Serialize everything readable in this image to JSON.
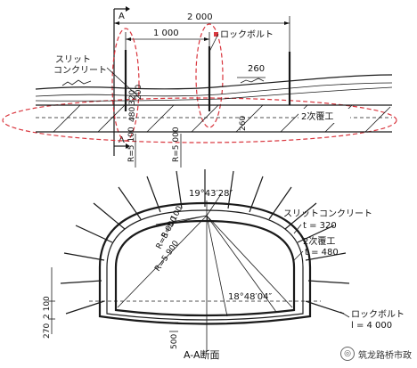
{
  "elevation": {
    "section_mark_top": "A",
    "section_mark_bottom": "A",
    "dim_total": "2 000",
    "dim_spacing": "1 000",
    "dim_260": "260",
    "rockbolt_label": "ロックボルト",
    "slit_label_line1": "スリット",
    "slit_label_line2": "コンクリート",
    "secondary_lining_label": "2次覆工",
    "v_200": "200",
    "v_480": "480",
    "v_320": "320",
    "v_260": "260",
    "v_r5100": "R=5 100",
    "v_r5000": "R=5 000"
  },
  "section": {
    "angle_top": "19°43′28″",
    "angle_bottom": "18°48′04″",
    "slit_concrete_label": "スリットコンクリート",
    "slit_concrete_t": "t = 320",
    "secondary_lining_label": "2次覆工",
    "secondary_lining_t": "t = 480",
    "rockbolt_label": "ロックボルト",
    "rockbolt_l": "l = 4 000",
    "r_5100": "R=5 100",
    "r_5000": "R=5 000",
    "r_5900": "R=5 900",
    "v_2100": "2 100",
    "v_270": "270",
    "v_500": "500",
    "title": "A-A断面"
  },
  "watermark": {
    "text": "筑龙路桥市政"
  }
}
